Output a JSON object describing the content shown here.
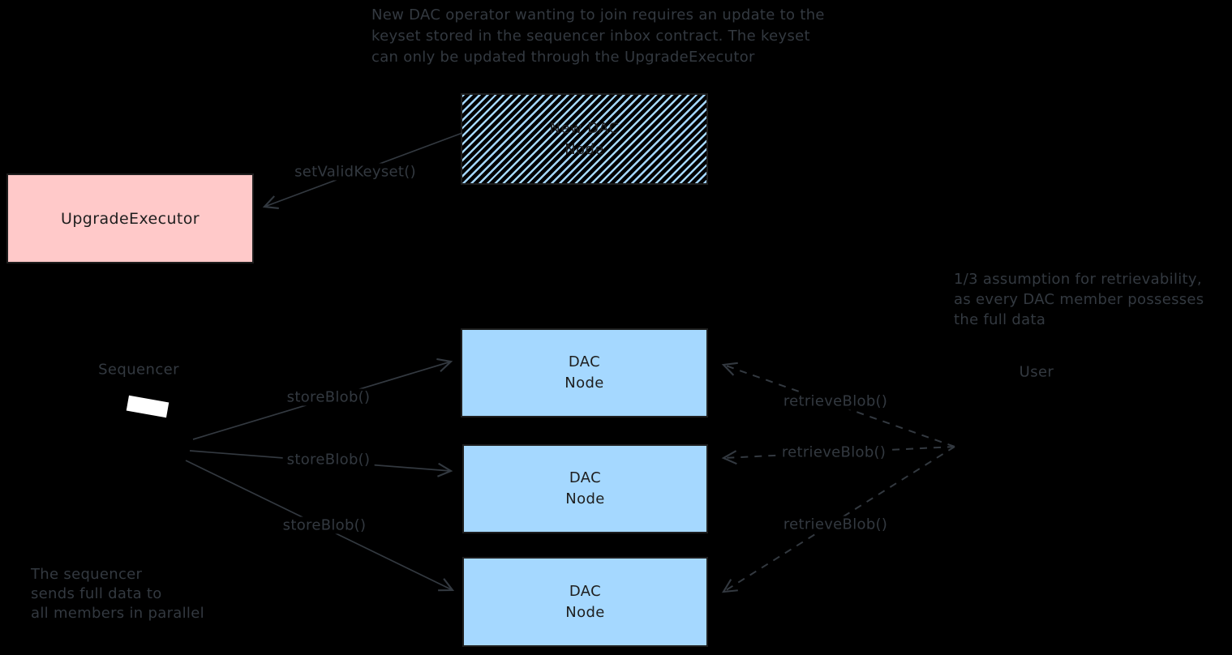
{
  "colors": {
    "bg": "#000000",
    "ink": "#333940",
    "border": "#1e1e1e",
    "box_text": "#1e1e1e",
    "pink": "#ffc9c9",
    "blue": "#a5d8ff",
    "white": "#ffffff"
  },
  "notes": {
    "top": {
      "lines": {
        "0": "New DAC operator wanting to join requires an update to the",
        "1": "keyset stored in the sequencer inbox contract. The keyset",
        "2": "can only be updated through the UpgradeExecutor"
      }
    },
    "right": {
      "lines": {
        "0": "1/3 assumption for retrievability,",
        "1": "as every DAC member possesses",
        "2": "the full data"
      }
    },
    "bottom_left": {
      "lines": {
        "0": "The sequencer",
        "1": "sends full data to",
        "2": "all members in parallel"
      }
    }
  },
  "nodes": {
    "upgrade_executor": {
      "label": "UpgradeExecutor"
    },
    "new_dac_node": {
      "line1": "New DAC",
      "line2": "Node"
    },
    "dac_nodes": [
      {
        "line1": "DAC",
        "line2": "Node"
      },
      {
        "line1": "DAC",
        "line2": "Node"
      },
      {
        "line1": "DAC",
        "line2": "Node"
      }
    ]
  },
  "actors": {
    "sequencer": "Sequencer",
    "user": "User"
  },
  "edges": {
    "set_valid_keyset": "setValidKeyset()",
    "store_blob": [
      "storeBlob()",
      "storeBlob()",
      "storeBlob()"
    ],
    "retrieve_blob": [
      "retrieveBlob()",
      "retrieveBlob()",
      "retrieveBlob()"
    ]
  }
}
